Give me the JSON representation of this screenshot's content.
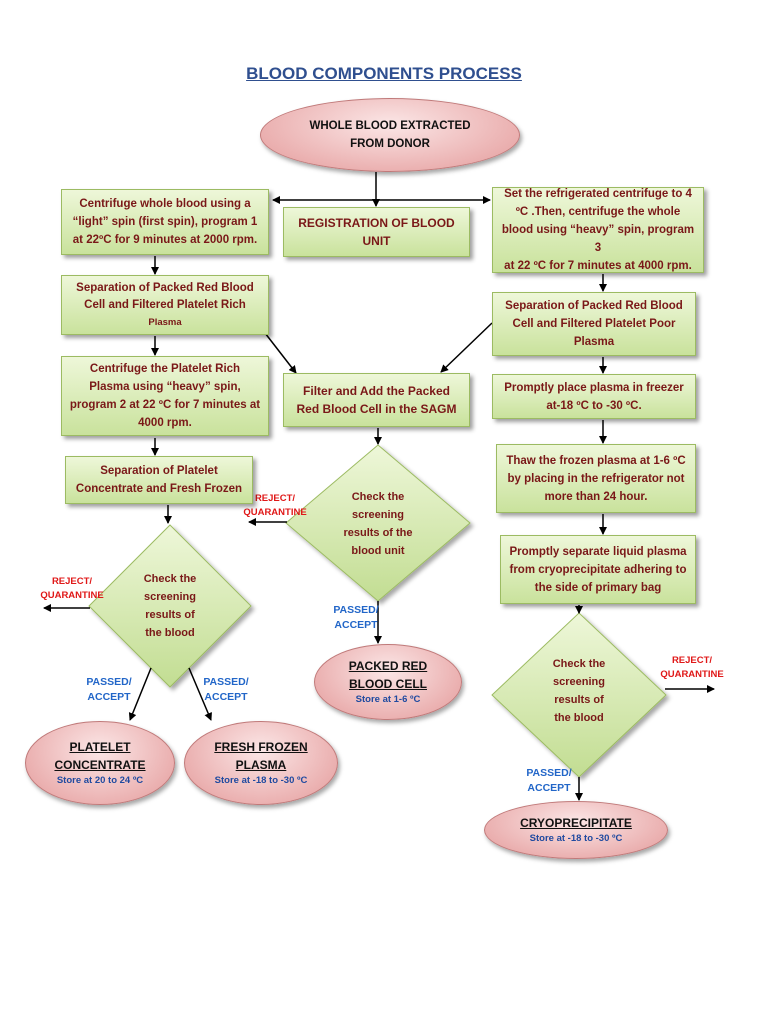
{
  "title": "BLOOD COMPONENTS PROCESS",
  "start": {
    "line1": "WHOLE BLOOD EXTRACTED",
    "line2": "FROM DONOR"
  },
  "center": {
    "registration": {
      "line1": "REGISTRATION OF BLOOD",
      "line2": "UNIT"
    },
    "filter": {
      "line1": "Filter and Add the Packed",
      "line2": "Red Blood Cell in the SAGM"
    },
    "check": {
      "line1": "Check the",
      "line2": "screening",
      "line3": "results of the",
      "line4": "blood unit"
    },
    "reject": {
      "line1": "REJECT/",
      "line2": "QUARANTINE"
    },
    "passed": {
      "line1": "PASSED/",
      "line2": "ACCEPT"
    },
    "product": {
      "line1": "PACKED RED",
      "line2": "BLOOD CELL",
      "storage": "Store at 1-6 ºC"
    }
  },
  "left": {
    "step1": {
      "line1": "Centrifuge whole blood using a",
      "line2": "“light” spin (first spin), program 1",
      "line3": "at 22ºC for 9 minutes at 2000 rpm."
    },
    "step2": {
      "line1": "Separation of Packed Red Blood",
      "line2": "Cell and Filtered Platelet Rich",
      "line3": "Plasma"
    },
    "step3": {
      "line1": "Centrifuge the Platelet Rich",
      "line2": "Plasma using “heavy” spin,",
      "line3": "program 2 at 22 ºC for 7 minutes at",
      "line4": "4000 rpm."
    },
    "step4": {
      "line1": "Separation of Platelet",
      "line2": "Concentrate and Fresh Frozen"
    },
    "check": {
      "line1": "Check the",
      "line2": "screening",
      "line3": "results of",
      "line4": "the blood"
    },
    "reject": {
      "line1": "REJECT/",
      "line2": "QUARANTINE"
    },
    "passed_left": {
      "line1": "PASSED/",
      "line2": "ACCEPT"
    },
    "passed_right": {
      "line1": "PASSED/",
      "line2": "ACCEPT"
    },
    "product1": {
      "line1": "PLATELET",
      "line2": "CONCENTRATE",
      "storage": "Store at 20 to 24 ºC"
    },
    "product2": {
      "line1": "FRESH FROZEN",
      "line2": "PLASMA",
      "storage": "Store at -18 to -30 ºC"
    }
  },
  "right": {
    "step1": {
      "line1": "Set the refrigerated centrifuge to 4",
      "line2": "ºC .Then, centrifuge the whole",
      "line3": "blood using “heavy” spin, program 3",
      "line4": "at 22 ºC for 7 minutes at 4000 rpm."
    },
    "step2": {
      "line1": "Separation of Packed Red Blood",
      "line2": "Cell and Filtered Platelet Poor",
      "line3": "Plasma"
    },
    "step3": {
      "line1": "Promptly place plasma in freezer",
      "line2": "at-18 ºC to -30 ºC."
    },
    "step4": {
      "line1": "Thaw the frozen plasma at 1-6 ºC",
      "line2": "by placing in the refrigerator not",
      "line3": "more than 24 hour."
    },
    "step5": {
      "line1": "Promptly separate liquid plasma",
      "line2": "from cryoprecipitate adhering to",
      "line3": "the side of primary bag"
    },
    "check": {
      "line1": "Check the",
      "line2": "screening",
      "line3": "results of",
      "line4": "the blood"
    },
    "reject": {
      "line1": "REJECT/",
      "line2": "QUARANTINE"
    },
    "passed": {
      "line1": "PASSED/",
      "line2": "ACCEPT"
    },
    "product": {
      "line1": "CRYOPRECIPITATE",
      "storage": "Store at -18 to -30 ºC"
    }
  }
}
